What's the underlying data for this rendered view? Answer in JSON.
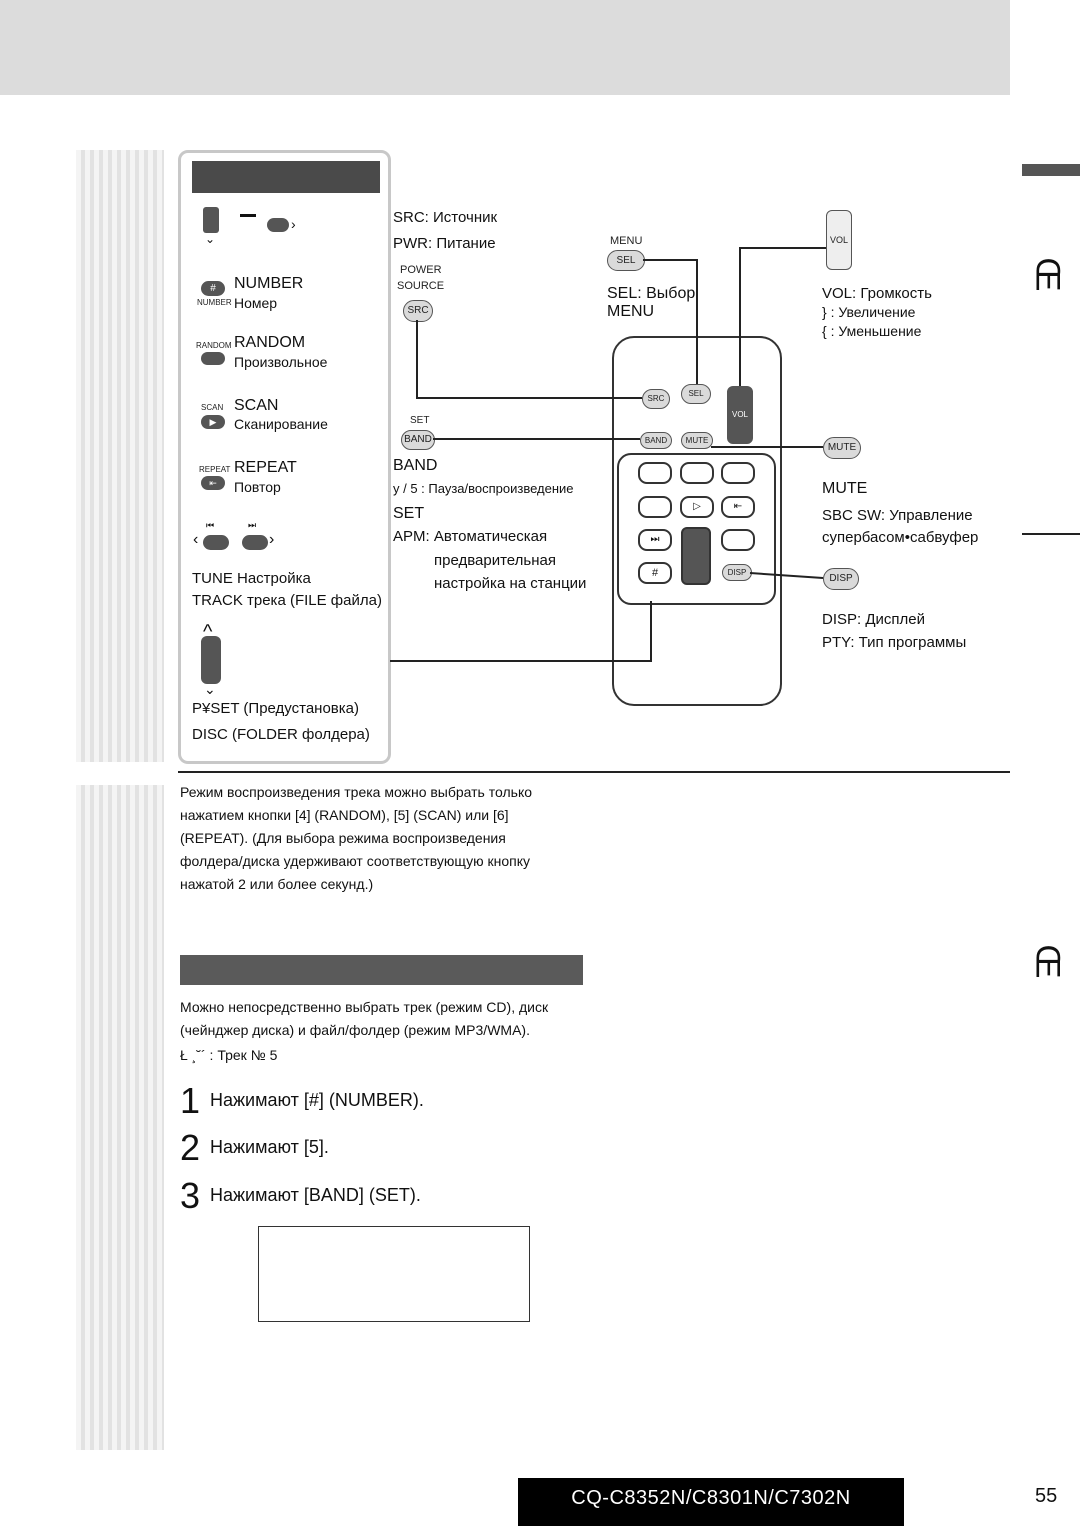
{
  "header": {
    "band": ""
  },
  "side_tab": {
    "mark_top": "Œ",
    "mark_bottom": "Œ"
  },
  "key_panel": {
    "title": "",
    "number_label": "NUMBER",
    "number_ru": "Номер",
    "number_icon": "#",
    "number_small": "NUMBER",
    "random_small": "RANDOM",
    "random_label": "RANDOM",
    "random_ru": "Произвольное",
    "scan_small": "SCAN",
    "scan_label": "SCAN",
    "scan_ru": "Сканирование",
    "repeat_small": "REPEAT",
    "repeat_label": "REPEAT",
    "repeat_ru": "Повтор",
    "tune_line": "TUNE Настройка",
    "track_line": "TRACK трека (FILE файла)",
    "pset_line": "P¥SET (Предустановка)",
    "disc_line": "DISC (FOLDER фолдера)"
  },
  "remote_labels": {
    "src": "SRC: Источник",
    "pwr": "PWR: Питание",
    "power_source": "POWER\nSOURCE",
    "power": "POWER",
    "source": "SOURCE",
    "src_btn": "SRC",
    "menu_small": "MENU",
    "sel_btn": "SEL",
    "sel_line": "SEL: Выбор",
    "menu_line": "MENU",
    "vol_btn": "VOL",
    "vol_line": "VOL: Громкость",
    "vol_up": "} : Увеличение",
    "vol_down": "{ : Уменьшение",
    "set_small": "SET",
    "band_btn": "BAND",
    "band_line": "BAND",
    "pause_line": "y / 5 : Пауза/воспроизведение",
    "set_line": "SET",
    "apm_line": "APM: Автоматическая",
    "apm_line2": "предварительная",
    "apm_line3": "настройка на станции",
    "mute_btn": "MUTE",
    "mute_line": "MUTE",
    "sbc_line": "SBC SW: Управление",
    "sbc_line2": "супербасом•сабвуфер",
    "disp_btn": "DISP",
    "disp_line": "DISP: Дисплей",
    "pty_line": "PTY: Тип программы"
  },
  "mode_paragraph": "Режим воспроизведения трека можно выбрать только нажатием кнопки [4] (RANDOM), [5] (SCAN) или [6] (REPEAT). (Для выбора режима воспроизведения фолдера/диска удерживают соответствующую кнопку нажатой 2 или более секунд.)",
  "direct_section": {
    "title": "",
    "text": "Можно непосредственно выбрать трек (режим CD), диск (чейнджер диска) и файл/фолдер (режим MP3/WMA).",
    "example": "Ł ¸˘´ :      Трек № 5",
    "steps": [
      {
        "n": "1",
        "text": "Нажимают [#] (NUMBER)."
      },
      {
        "n": "2",
        "text": "Нажимают [5]."
      },
      {
        "n": "3",
        "text": "Нажимают [BAND] (SET)."
      }
    ]
  },
  "footer": {
    "model": "CQ-C8352N/C8301N/C7302N",
    "page": "55"
  }
}
